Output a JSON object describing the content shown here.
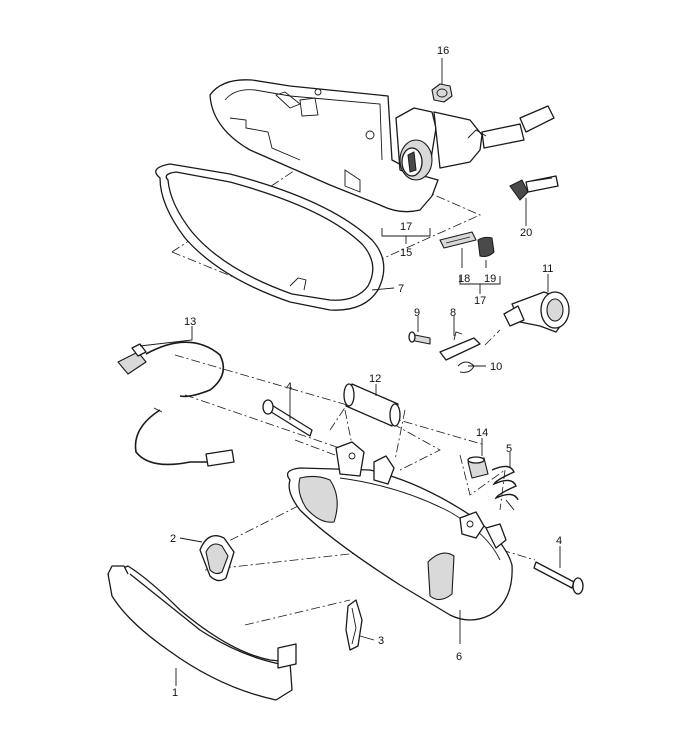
{
  "callouts": {
    "c1": "1",
    "c2": "2",
    "c3": "3",
    "c4a": "4",
    "c4b": "4",
    "c5": "5",
    "c6": "6",
    "c7": "7",
    "c8": "8",
    "c9": "9",
    "c10": "10",
    "c11": "11",
    "c12": "12",
    "c13": "13",
    "c14": "14",
    "c15": "15",
    "c16": "16",
    "c17a": "17",
    "c17b": "17",
    "c18": "18",
    "c19": "19",
    "c20": "20"
  }
}
